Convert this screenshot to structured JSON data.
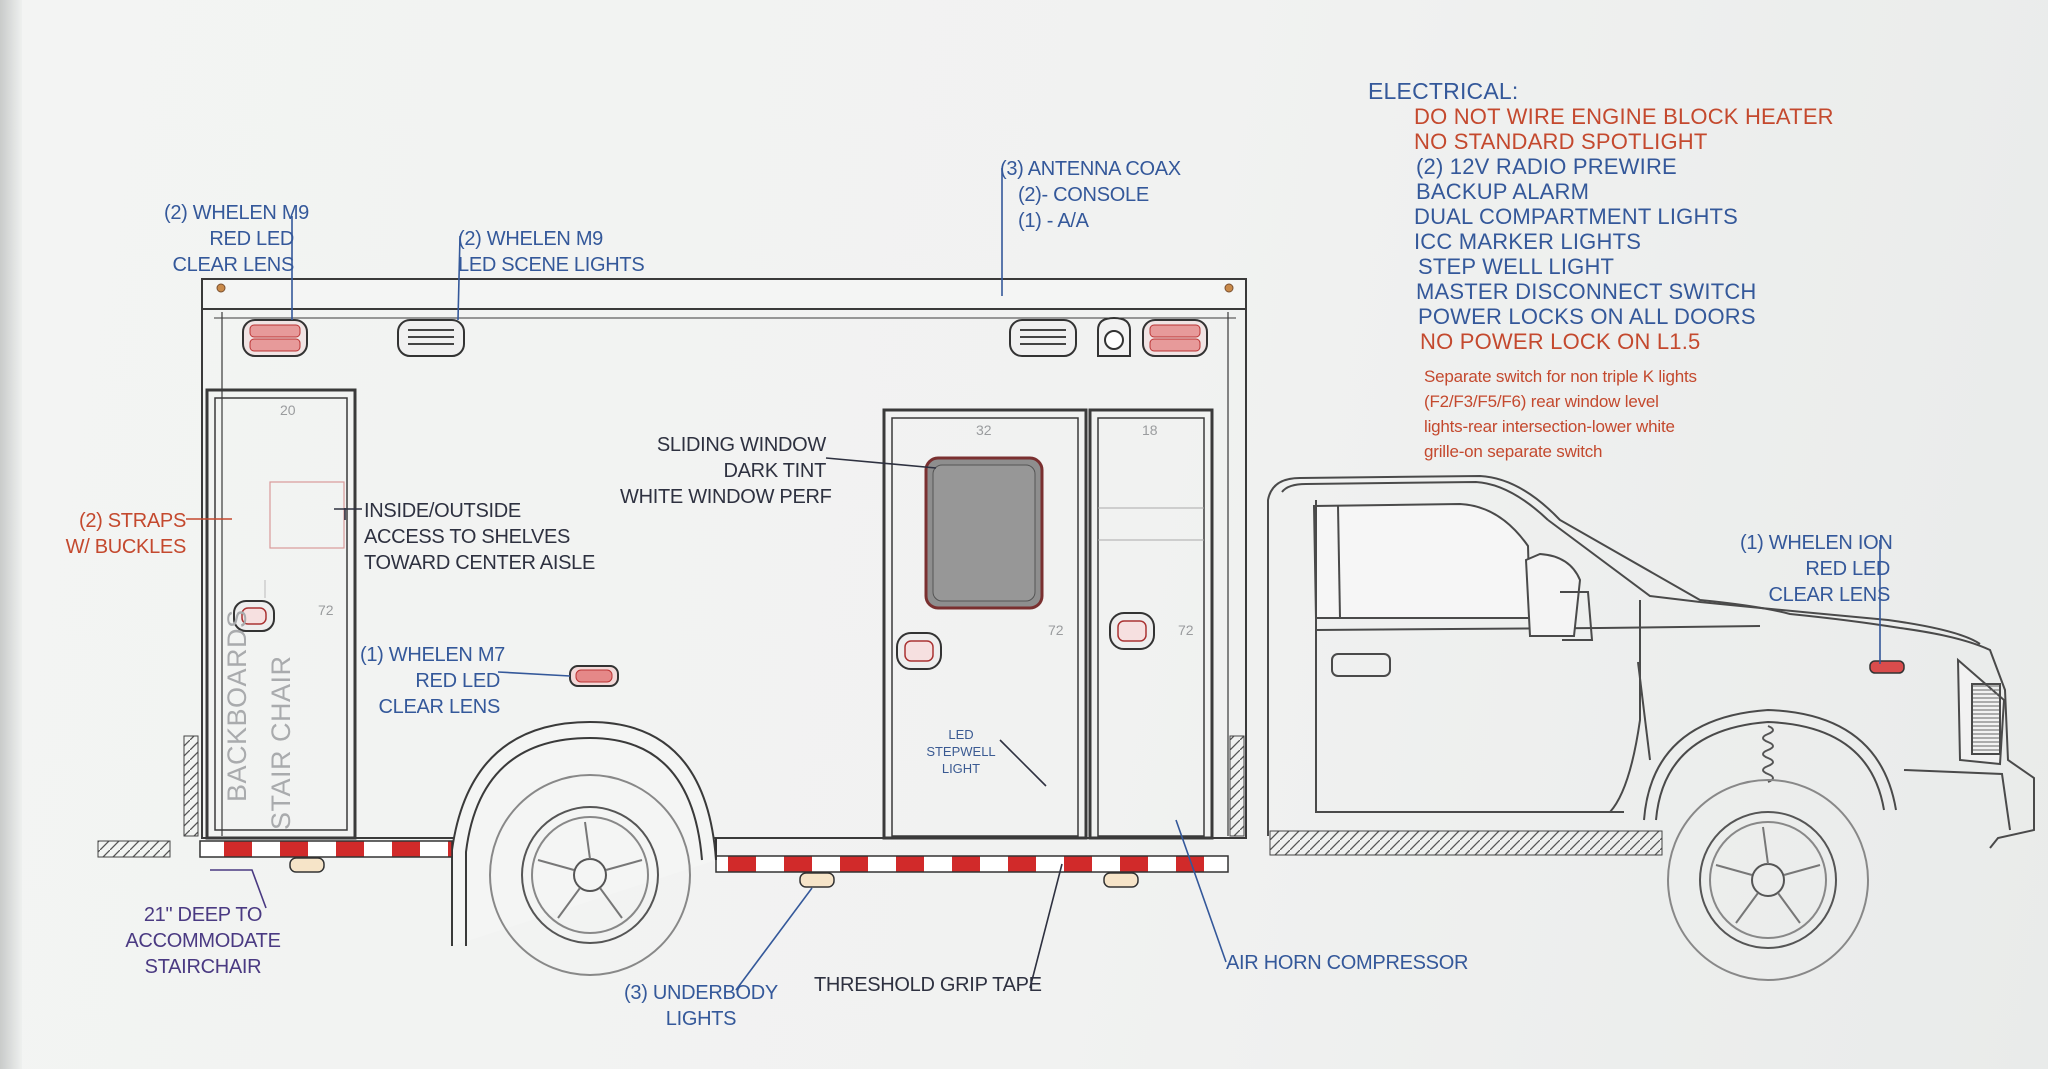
{
  "electrical": {
    "title": "ELECTRICAL:",
    "items": [
      {
        "text": "DO NOT WIRE ENGINE BLOCK HEATER",
        "color": "#c4492e"
      },
      {
        "text": "NO STANDARD SPOTLIGHT",
        "color": "#c4492e"
      },
      {
        "text": "(2) 12V RADIO PREWIRE",
        "color": "#34589a"
      },
      {
        "text": "BACKUP ALARM",
        "color": "#34589a"
      },
      {
        "text": "DUAL COMPARTMENT LIGHTS",
        "color": "#34589a"
      },
      {
        "text": "ICC MARKER LIGHTS",
        "color": "#34589a"
      },
      {
        "text": "STEP WELL LIGHT",
        "color": "#34589a"
      },
      {
        "text": "MASTER DISCONNECT SWITCH",
        "color": "#34589a"
      },
      {
        "text": "POWER LOCKS ON ALL DOORS",
        "color": "#34589a"
      },
      {
        "text": "NO POWER LOCK ON L1.5",
        "color": "#c4492e"
      }
    ],
    "note": [
      "Separate switch for non triple K lights",
      "(F2/F3/F5/F6) rear window level",
      "lights-rear intersection-lower white",
      "grille-on separate switch"
    ]
  },
  "callouts": {
    "m9_red": [
      "(2) WHELEN M9",
      "RED LED",
      "CLEAR LENS"
    ],
    "m9_scene": [
      "(2) WHELEN M9",
      "LED SCENE LIGHTS"
    ],
    "antenna": [
      "(3) ANTENNA COAX",
      "(2)- CONSOLE",
      "(1) - A/A"
    ],
    "straps": [
      "(2) STRAPS",
      "W/ BUCKLES"
    ],
    "access": [
      "INSIDE/OUTSIDE",
      "ACCESS TO SHELVES",
      "TOWARD CENTER AISLE"
    ],
    "sliding": [
      "SLIDING WINDOW",
      "DARK TINT",
      "WHITE WINDOW PERF"
    ],
    "m7": [
      "(1) WHELEN M7",
      "RED LED",
      "CLEAR LENS"
    ],
    "ion": [
      "(1) WHELEN ION",
      "RED LED",
      "CLEAR LENS"
    ],
    "stepwell": [
      "LED",
      "STEPWELL",
      "LIGHT"
    ],
    "deep": [
      "21\" DEEP TO",
      "ACCOMMODATE",
      "STAIRCHAIR"
    ],
    "underbody": [
      "(3) UNDERBODY",
      "LIGHTS"
    ],
    "threshold": "THRESHOLD GRIP TAPE",
    "air_horn": "AIR HORN COMPRESSOR"
  },
  "compartment_text": {
    "backboards": "BACKBOARDS",
    "stair_chair": "STAIR CHAIR"
  },
  "dimensions": {
    "rear_width": "20",
    "rear_height": "72",
    "door_width": "32",
    "door_height": "72",
    "comp_width": "18",
    "comp_height": "72"
  },
  "colors": {
    "blue_text": "#34589a",
    "red_text": "#c4492e",
    "tape_red": "#d12a2a",
    "line": "#3a3a3a"
  }
}
